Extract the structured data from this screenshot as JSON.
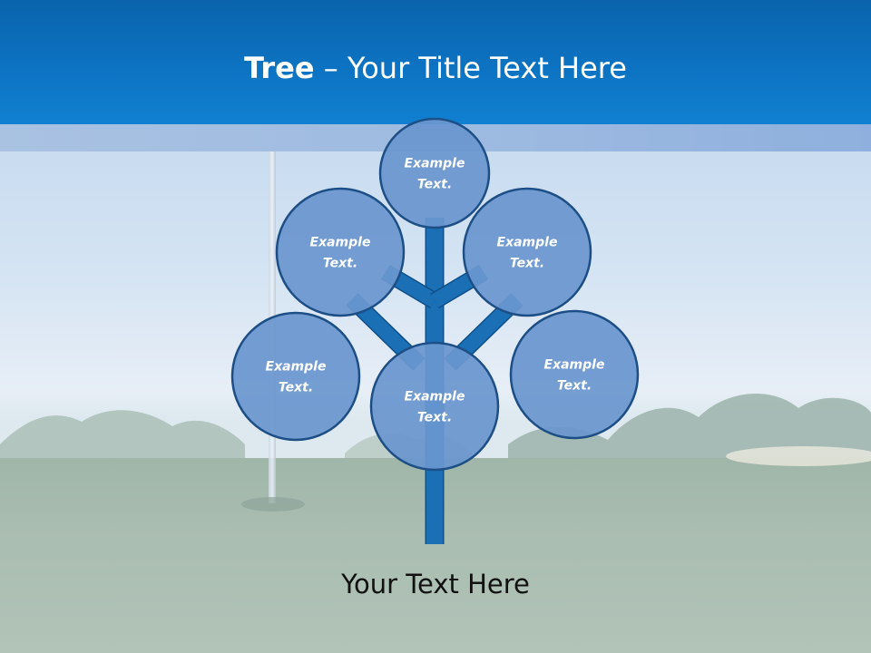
{
  "slide": {
    "title_bold": "Tree",
    "title_rest": " – Your Title Text Here",
    "footer_text": "Your Text Here"
  },
  "diagram": {
    "nodes": [
      {
        "id": "top",
        "label": "Example\nText."
      },
      {
        "id": "upper-left",
        "label": "Example\nText."
      },
      {
        "id": "upper-right",
        "label": "Example\nText."
      },
      {
        "id": "lower-left",
        "label": "Example\nText."
      },
      {
        "id": "center",
        "label": "Example\nText."
      },
      {
        "id": "lower-right",
        "label": "Example\nText."
      }
    ],
    "colors": {
      "node_fill": "#6a97cf",
      "node_stroke": "#1d4f86",
      "trunk": "#1a6fb5",
      "trunk_stroke": "#0f4f8a",
      "header": "#0c73c2"
    }
  }
}
